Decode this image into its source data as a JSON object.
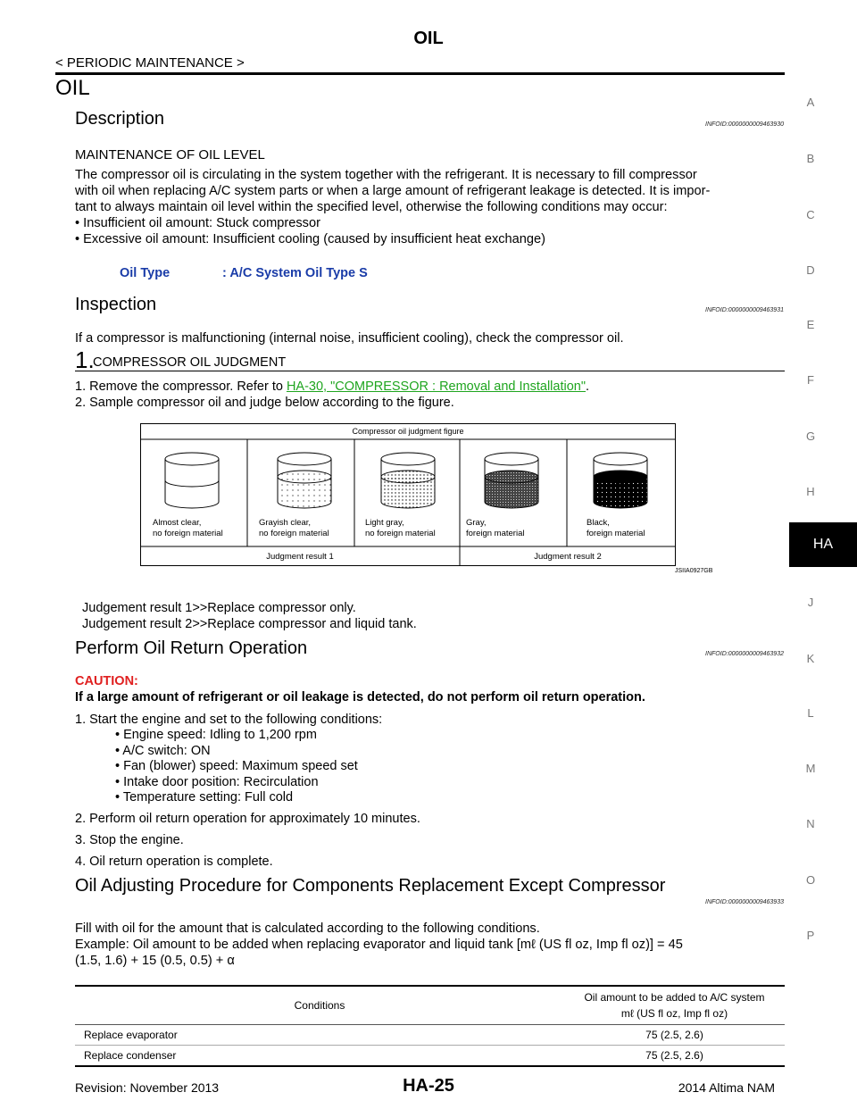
{
  "header": {
    "page_title": "OIL",
    "breadcrumb": "< PERIODIC MAINTENANCE >"
  },
  "section_title": "OIL",
  "description": {
    "heading": "Description",
    "info_id": "INFOID:0000000009463930",
    "subheading": "MAINTENANCE OF OIL LEVEL",
    "lines": [
      "The compressor oil is circulating in the system together with the refrigerant. It is necessary to fill compressor",
      "with oil when replacing A/C system parts or when a large amount of refrigerant leakage is detected. It is impor-",
      "tant to always maintain oil level within the specified level, otherwise the following conditions may occur:",
      "• Insufficient oil amount: Stuck compressor",
      "• Excessive oil amount: Insufficient cooling (caused by insufficient heat exchange)"
    ],
    "spec_label": "Oil Type",
    "spec_value": ": A/C System Oil Type S"
  },
  "inspection": {
    "heading": "Inspection",
    "info_id": "INFOID:0000000009463931",
    "intro": "If a compressor is malfunctioning (internal noise, insufficient cooling), check the compressor oil.",
    "step_number": "1.",
    "step_title": "COMPRESSOR OIL JUDGMENT",
    "item1_prefix": "1. Remove the compressor. Refer to ",
    "item1_link": "HA-30, \"COMPRESSOR : Removal and Installation\"",
    "item1_suffix": ".",
    "item2": "2. Sample compressor oil and judge below according to the figure.",
    "figure": {
      "title": "Compressor oil judgment figure",
      "samples": [
        {
          "line1": "Almost clear,",
          "line2": "no foreign material"
        },
        {
          "line1": "Grayish clear,",
          "line2": "no foreign material"
        },
        {
          "line1": "Light gray,",
          "line2": "no foreign material"
        },
        {
          "line1": "Gray,",
          "line2": "foreign material"
        },
        {
          "line1": "Black,",
          "line2": "foreign material"
        }
      ],
      "result1": "Judgment result 1",
      "result2": "Judgment result 2",
      "code": "JSIIA0927GB"
    },
    "judgement1": "Judgement result 1>>Replace compressor only.",
    "judgement2": "Judgement result 2>>Replace compressor and liquid tank."
  },
  "oil_return": {
    "heading": "Perform Oil Return Operation",
    "info_id": "INFOID:0000000009463932",
    "caution_label": "CAUTION:",
    "caution_text": "If a large amount of refrigerant or oil leakage is detected, do not perform oil return operation.",
    "step1": "1. Start the engine and set to the following conditions:",
    "conditions": [
      "• Engine speed: Idling to 1,200 rpm",
      "• A/C switch: ON",
      "• Fan (blower) speed: Maximum speed set",
      "• Intake door position: Recirculation",
      "• Temperature setting: Full cold"
    ],
    "step2": "2. Perform oil return operation for approximately 10 minutes.",
    "step3": "3. Stop the engine.",
    "step4": "4. Oil return operation is complete."
  },
  "adjusting": {
    "heading": "Oil Adjusting Procedure for Components Replacement Except Compressor",
    "info_id": "INFOID:0000000009463933",
    "line1": "Fill with oil for the amount that is calculated according to the following conditions.",
    "line2": "Example: Oil amount to be added when replacing evaporator and liquid tank [mℓ (US fl oz, Imp fl oz)] = 45",
    "line3": "(1.5, 1.6) + 15 (0.5, 0.5) + α",
    "table": {
      "col1": "Conditions",
      "col2_line1": "Oil amount to be added to A/C system",
      "col2_line2": "mℓ (US fl oz, Imp fl oz)",
      "rows": [
        {
          "condition": "Replace evaporator",
          "amount": "75 (2.5, 2.6)"
        },
        {
          "condition": "Replace condenser",
          "amount": "75 (2.5, 2.6)"
        }
      ]
    }
  },
  "sidebar": {
    "letters": [
      "A",
      "B",
      "C",
      "D",
      "E",
      "F",
      "G",
      "H",
      "HA",
      "J",
      "K",
      "L",
      "M",
      "N",
      "O",
      "P"
    ],
    "active": "HA"
  },
  "footer": {
    "revision": "Revision: November 2013",
    "page": "HA-25",
    "model": "2014 Altima NAM"
  }
}
